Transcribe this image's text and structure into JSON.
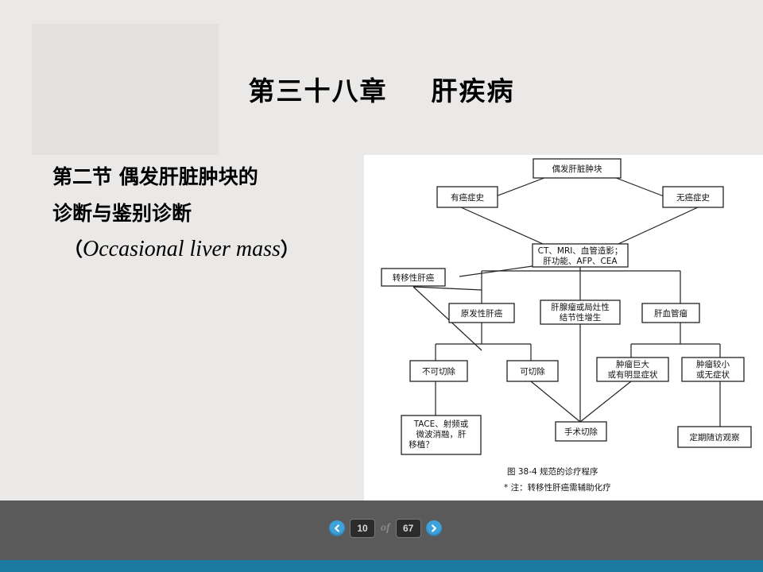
{
  "slide": {
    "title": "第三十八章  肝疾病",
    "section_line1": "第二节 偶发肝脏肿块的",
    "section_line2": "诊断与鉴别诊断",
    "english_open": "（",
    "english_title": "Occasional liver mass",
    "english_close": "）"
  },
  "figure": {
    "nodes": {
      "n1": "偶发肝脏肿块",
      "n2": "有癌症史",
      "n3": "无癌症史",
      "n4a": "CT、MRI、血管造影；",
      "n4b": "肝功能、AFP、CEA",
      "n5": "转移性肝癌",
      "n6": "原发性肝癌",
      "n7a": "肝腺瘤或局灶性",
      "n7b": "结节性增生",
      "n8": "肝血管瘤",
      "n9": "不可切除",
      "n10": "可切除",
      "n11a": "肿瘤巨大",
      "n11b": "或有明显症状",
      "n12a": "肿瘤较小",
      "n12b": "或无症状",
      "n13a": "TACE、射频或",
      "n13b": "微波消融，肝",
      "n13c": "移植？",
      "n14": "手术切除",
      "n15": "定期随访观察"
    },
    "caption": "图 38-4   规范的诊疗程序",
    "note": "* 注：转移性肝癌需辅助化疗"
  },
  "pager": {
    "current": "10",
    "of": "of",
    "total": "67",
    "prev_icon": "chevron-left-icon",
    "next_icon": "chevron-right-icon"
  },
  "colors": {
    "slide_bg": "#ebe9e7",
    "nav_bar": "#5a5a5a",
    "bottom_strip": "#1c7aa0",
    "nav_button": "#3ea3dc"
  }
}
